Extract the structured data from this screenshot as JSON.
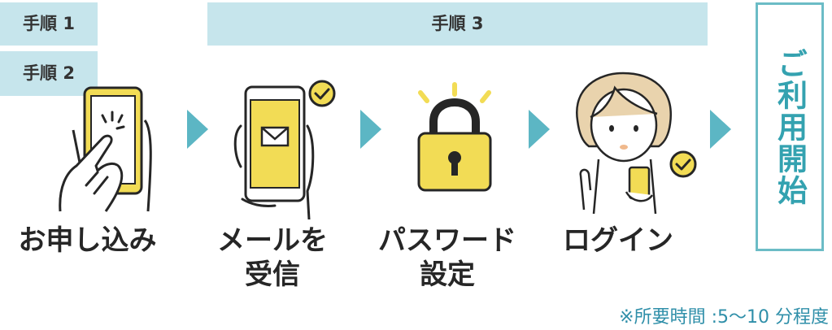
{
  "steps": {
    "tab1": "手順 1",
    "tab2": "手順 2",
    "tab3": "手順 3"
  },
  "labels": {
    "apply": "お申し込み",
    "receive_mail_line1": "メールを",
    "receive_mail_line2": "受信",
    "password_line1": "パスワード",
    "password_line2": "設定",
    "login": "ログイン"
  },
  "final": {
    "label": "ご利用開始"
  },
  "note": {
    "text": "※所要時間 :5〜10 分程度"
  },
  "colors": {
    "accent": "#5cb6c4",
    "tab_bg": "#c6e5ec",
    "yellow": "#f2dc55",
    "final_text": "#34a2b0"
  },
  "icons": [
    "hand-tap-phone-icon",
    "phone-mail-check-icon",
    "padlock-icon",
    "woman-phone-check-icon"
  ]
}
